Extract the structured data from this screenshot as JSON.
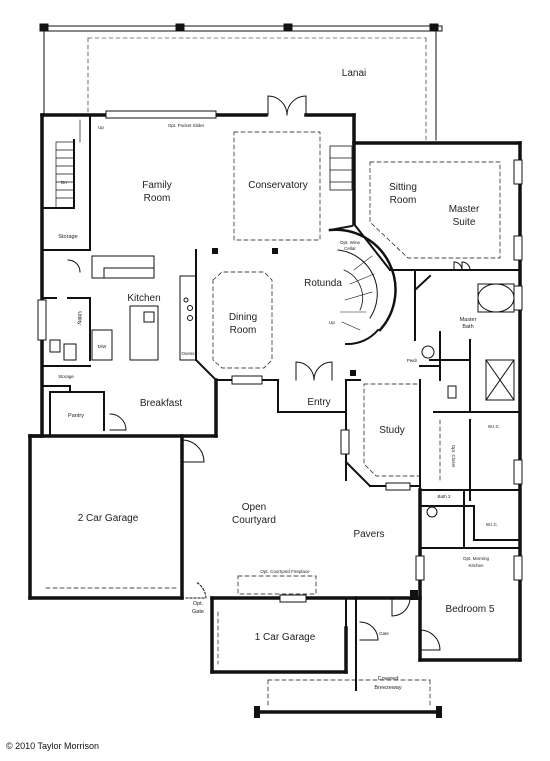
{
  "rooms": {
    "lanai": "Lanai",
    "family_room_l1": "Family",
    "family_room_l2": "Room",
    "conservatory": "Conservatory",
    "sitting_room_l1": "Sitting",
    "sitting_room_l2": "Room",
    "master_suite_l1": "Master",
    "master_suite_l2": "Suite",
    "storage": "Storage",
    "kitchen": "Kitchen",
    "utility": "Utility",
    "dining_room_l1": "Dining",
    "dining_room_l2": "Room",
    "rotunda": "Rotunda",
    "master_bath_l1": "Master",
    "master_bath_l2": "Bath",
    "breakfast": "Breakfast",
    "entry": "Entry",
    "study": "Study",
    "pantry": "Pantry",
    "storage_small": "Storage",
    "pwdr": "Pwdr",
    "wic": "W.I.C.",
    "wic2": "W.I.C.",
    "bath2": "Bath 2",
    "two_car_garage": "2 Car Garage",
    "open_courtyard_l1": "Open",
    "open_courtyard_l2": "Courtyard",
    "pavers": "Pavers",
    "bedroom5": "Bedroom 5",
    "one_car_garage": "1 Car Garage",
    "covered_breezeway_l1": "Covered",
    "covered_breezeway_l2": "Breezeway",
    "gate": "Gate"
  },
  "notes": {
    "opt_pocket_slider": "Opt. Pocket Slider",
    "opt_wine_cellar_l1": "Opt. Wine",
    "opt_wine_cellar_l2": "Cellar",
    "up1": "Up",
    "up2": "Up",
    "opt_courtyard_fireplace": "Opt. Courtyard Fireplace",
    "opt_gate_l1": "Opt.",
    "opt_gate_l2": "Gate",
    "opt_morning_kitchen_l1": "Opt. Morning",
    "opt_morning_kitchen_l2": "Kitchen",
    "dw": "D/W",
    "ovens": "Ovens",
    "opt_closet": "Opt. Closet",
    "dn": "Dn"
  },
  "copyright": "© 2010 Taylor Morrison"
}
